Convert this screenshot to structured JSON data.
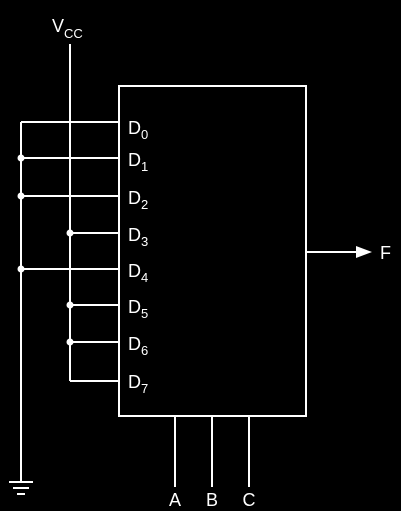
{
  "supply": {
    "main": "V",
    "sub": "CC"
  },
  "inputs": [
    {
      "main": "D",
      "sub": "0"
    },
    {
      "main": "D",
      "sub": "1"
    },
    {
      "main": "D",
      "sub": "2"
    },
    {
      "main": "D",
      "sub": "3"
    },
    {
      "main": "D",
      "sub": "4"
    },
    {
      "main": "D",
      "sub": "5"
    },
    {
      "main": "D",
      "sub": "6"
    },
    {
      "main": "D",
      "sub": "7"
    }
  ],
  "output": {
    "label": "F"
  },
  "selects": [
    {
      "label": "A"
    },
    {
      "label": "B"
    },
    {
      "label": "C"
    }
  ]
}
